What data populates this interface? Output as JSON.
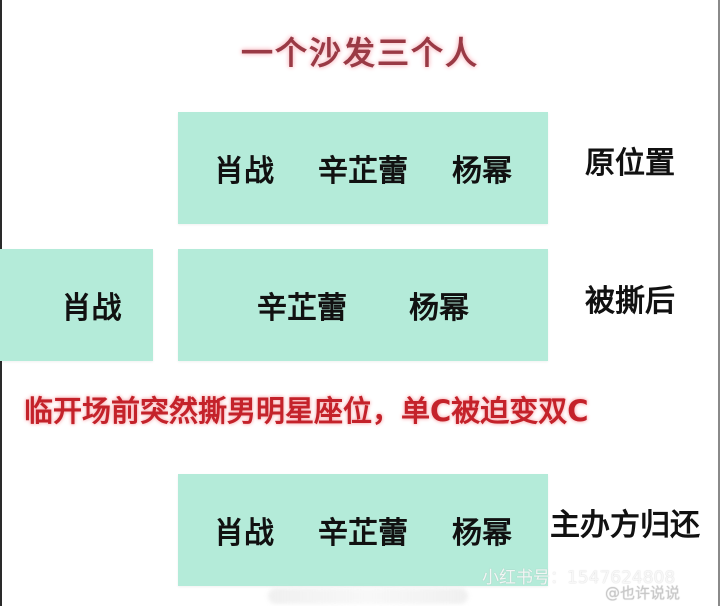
{
  "title": "一个沙发三个人",
  "rows": [
    {
      "label": "原位置",
      "seats": [
        "肖战",
        "辛芷蕾",
        "杨幂"
      ]
    },
    {
      "label": "被撕后",
      "removed_seat": "肖战",
      "seats": [
        "辛芷蕾",
        "杨幂"
      ]
    },
    {
      "label": "主办方归还",
      "seats": [
        "肖战",
        "辛芷蕾",
        "杨幂"
      ]
    }
  ],
  "slogan": "临开场前突然撕男明星座位，单C被迫变双C",
  "watermarks": {
    "xiaohongshu": "小红书号：1547624808",
    "weibo": "@也许说说"
  },
  "colors": {
    "box_fill": "#b4ebd9",
    "title": "#9a3a45",
    "slogan": "#c4222a",
    "text": "#111111",
    "background": "#ffffff"
  }
}
